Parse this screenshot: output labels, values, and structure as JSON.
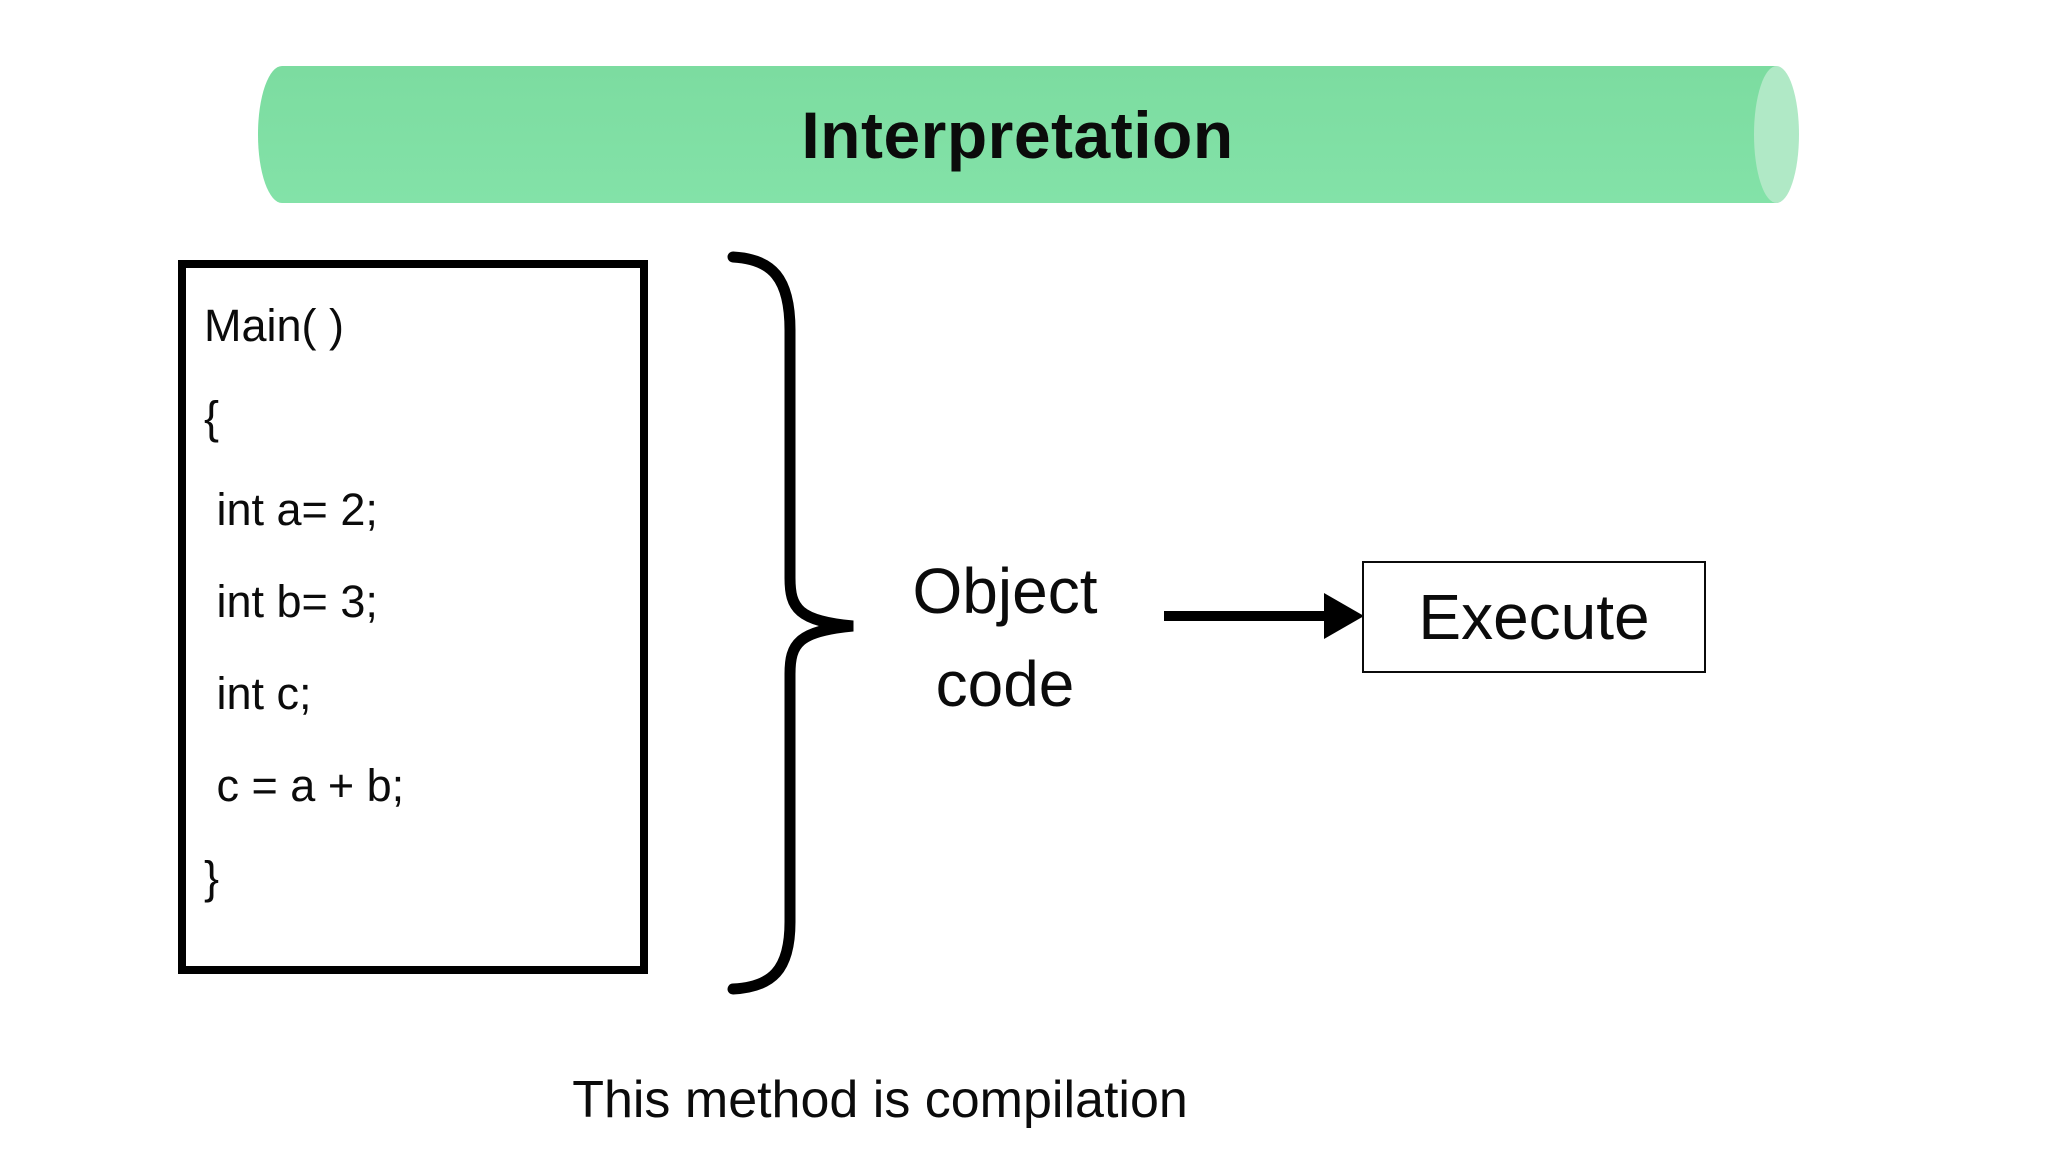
{
  "banner": {
    "title": "Interpretation",
    "body_color": "#7fdfa3",
    "cap_color": "#b0e9c6"
  },
  "code_box": {
    "lines": [
      "Main( )",
      "{",
      " int a= 2;",
      " int b= 3;",
      " int c;",
      " c = a + b;",
      "}"
    ]
  },
  "flow": {
    "object_code": [
      "Object",
      "code"
    ],
    "execute_label": "Execute"
  },
  "caption": "This method is compilation",
  "colors": {
    "ink": "#000000",
    "background": "#ffffff"
  }
}
